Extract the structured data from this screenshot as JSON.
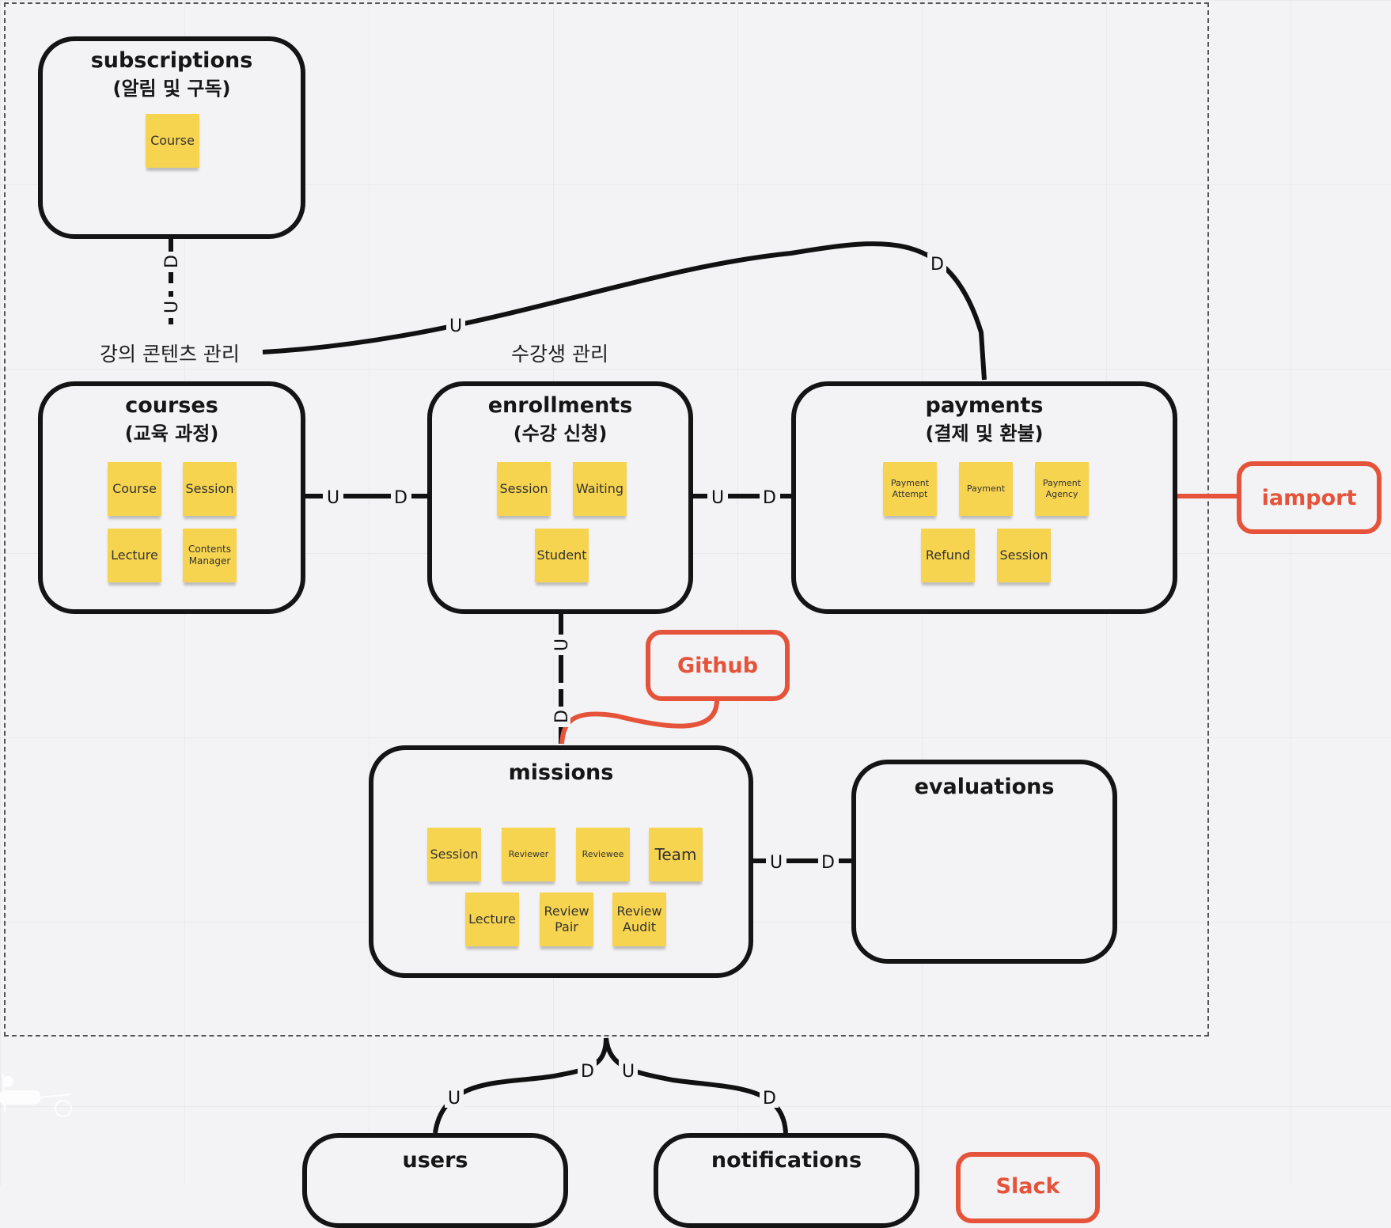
{
  "contexts": {
    "subscriptions": {
      "title": "subscriptions",
      "subtitle": "(알림 및 구독)",
      "items": [
        "Course"
      ]
    },
    "courses": {
      "title": "courses",
      "subtitle": "(교육 과정)",
      "items": [
        "Course",
        "Session",
        "Lecture",
        "Contents Manager"
      ]
    },
    "enrollments": {
      "title": "enrollments",
      "subtitle": "(수강 신청)",
      "items": [
        "Session",
        "Waiting",
        "Student"
      ]
    },
    "payments": {
      "title": "payments",
      "subtitle": "(결제 및 환불)",
      "items": [
        "Payment Attempt",
        "Payment",
        "Payment Agency",
        "Refund",
        "Session"
      ]
    },
    "missions": {
      "title": "missions",
      "items": [
        "Session",
        "Reviewer",
        "Reviewee",
        "Team",
        "Lecture",
        "Review Pair",
        "Review Audit"
      ]
    },
    "evaluations": {
      "title": "evaluations"
    },
    "users": {
      "title": "users"
    },
    "notifications": {
      "title": "notifications"
    }
  },
  "external": {
    "iamport": "iamport",
    "github": "Github",
    "slack": "Slack"
  },
  "labels": {
    "content_management": "강의 콘텐츠 관리",
    "student_management": "수강생 관리"
  },
  "relations": {
    "upstream": "U",
    "downstream": "D"
  },
  "colors": {
    "sticky": "#f7d44f",
    "external": "#e4533a",
    "border": "#141414",
    "background": "#f3f2f4"
  }
}
